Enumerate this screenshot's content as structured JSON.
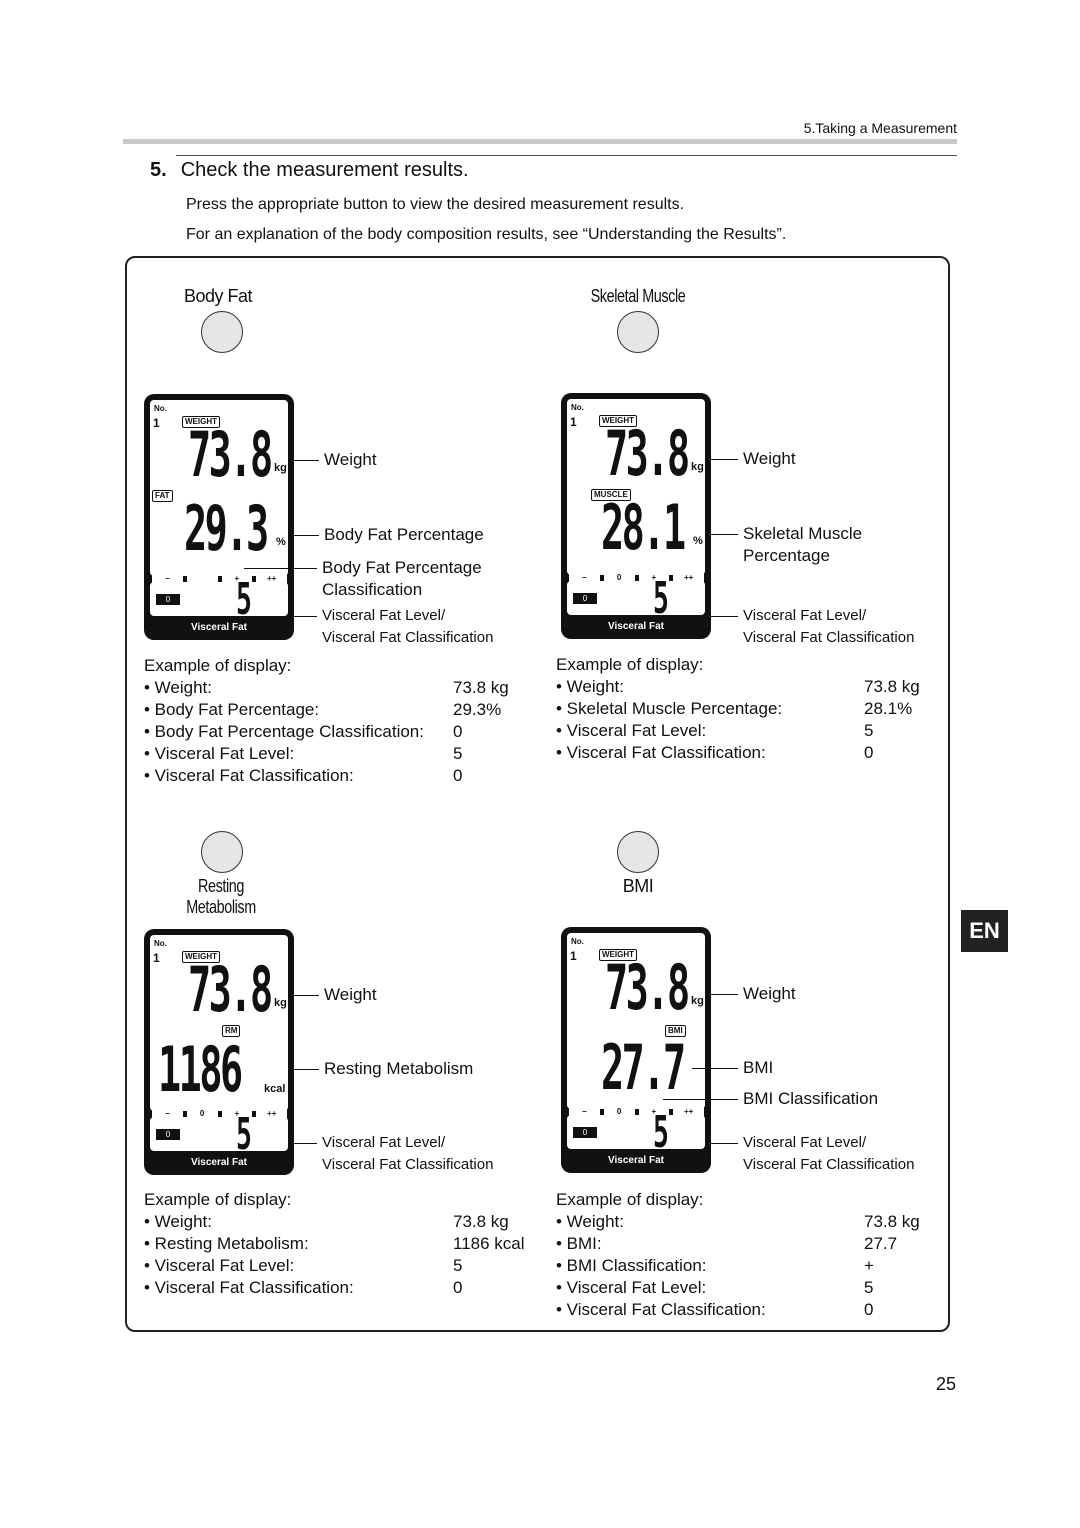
{
  "header": {
    "section": "5.Taking a Measurement"
  },
  "step": {
    "number": "5.",
    "title": "Check the measurement results."
  },
  "intro": [
    "Press the appropriate button to view the desired measurement results.",
    "For an explanation of the body composition results, see “Understanding the Results”."
  ],
  "panels": {
    "bodyfat": {
      "button_label": "Body Fat",
      "lcd": {
        "no": "No.",
        "user": "1",
        "weight_tag": "WEIGHT",
        "weight": "73.8",
        "unit1": "kg",
        "mode_tag": "FAT",
        "value2": "29.3",
        "unit2": "%",
        "vf": "5",
        "vf_zero": "0",
        "vf_label": "Visceral Fat",
        "scale": [
          "−",
          "",
          "+",
          "++"
        ]
      },
      "callouts": [
        "Weight",
        "Body Fat Percentage",
        "Body Fat Percentage",
        "Classification",
        "Visceral Fat Level/",
        "Visceral Fat Classification"
      ],
      "example_title": "Example of display:",
      "rows": [
        [
          "• Weight:",
          "73.8 kg"
        ],
        [
          "• Body Fat Percentage:",
          "29.3%"
        ],
        [
          "• Body Fat Percentage Classification:",
          "0"
        ],
        [
          "• Visceral Fat Level:",
          "5"
        ],
        [
          "• Visceral Fat Classification:",
          "0"
        ]
      ]
    },
    "muscle": {
      "button_label": "Skeletal Muscle",
      "lcd": {
        "no": "No.",
        "user": "1",
        "weight_tag": "WEIGHT",
        "weight": "73.8",
        "unit1": "kg",
        "mode_tag": "MUSCLE",
        "value2": "28.1",
        "unit2": "%",
        "vf": "5",
        "vf_zero": "0",
        "vf_label": "Visceral Fat",
        "scale": [
          "−",
          "0",
          "+",
          "++"
        ]
      },
      "callouts": [
        "Weight",
        "Skeletal Muscle",
        "Percentage",
        "Visceral Fat Level/",
        "Visceral Fat Classification"
      ],
      "example_title": "Example of display:",
      "rows": [
        [
          "• Weight:",
          "73.8 kg"
        ],
        [
          "• Skeletal Muscle Percentage:",
          "28.1%"
        ],
        [
          "• Visceral Fat Level:",
          "5"
        ],
        [
          "• Visceral Fat Classification:",
          "0"
        ]
      ]
    },
    "resting": {
      "button_label_1": "Resting",
      "button_label_2": "Metabolism",
      "lcd": {
        "no": "No.",
        "user": "1",
        "weight_tag": "WEIGHT",
        "weight": "73.8",
        "unit1": "kg",
        "mode_tag": "RM",
        "value2": "1186",
        "unit2": "kcal",
        "vf": "5",
        "vf_zero": "0",
        "vf_label": "Visceral Fat",
        "scale": [
          "−",
          "0",
          "+",
          "++"
        ]
      },
      "callouts": [
        "Weight",
        "Resting Metabolism",
        "Visceral Fat Level/",
        "Visceral Fat Classification"
      ],
      "example_title": "Example of display:",
      "rows": [
        [
          "• Weight:",
          "73.8 kg"
        ],
        [
          "• Resting Metabolism:",
          "1186 kcal"
        ],
        [
          "• Visceral Fat Level:",
          "5"
        ],
        [
          "• Visceral Fat Classification:",
          "0"
        ]
      ]
    },
    "bmi": {
      "button_label": "BMI",
      "lcd": {
        "no": "No.",
        "user": "1",
        "weight_tag": "WEIGHT",
        "weight": "73.8",
        "unit1": "kg",
        "mode_tag": "BMI",
        "value2": "27.7",
        "unit2": "",
        "vf": "5",
        "vf_zero": "0",
        "vf_label": "Visceral Fat",
        "scale": [
          "−",
          "0",
          "+",
          "++"
        ]
      },
      "callouts": [
        "Weight",
        "BMI",
        "BMI Classification",
        "Visceral Fat Level/",
        "Visceral Fat Classification"
      ],
      "example_title": "Example of display:",
      "rows": [
        [
          "• Weight:",
          "73.8 kg"
        ],
        [
          "• BMI:",
          "27.7"
        ],
        [
          "• BMI Classification:",
          "+"
        ],
        [
          "• Visceral Fat Level:",
          "5"
        ],
        [
          "• Visceral Fat Classification:",
          "0"
        ]
      ]
    }
  },
  "side_tab": "EN",
  "page_number": "25"
}
